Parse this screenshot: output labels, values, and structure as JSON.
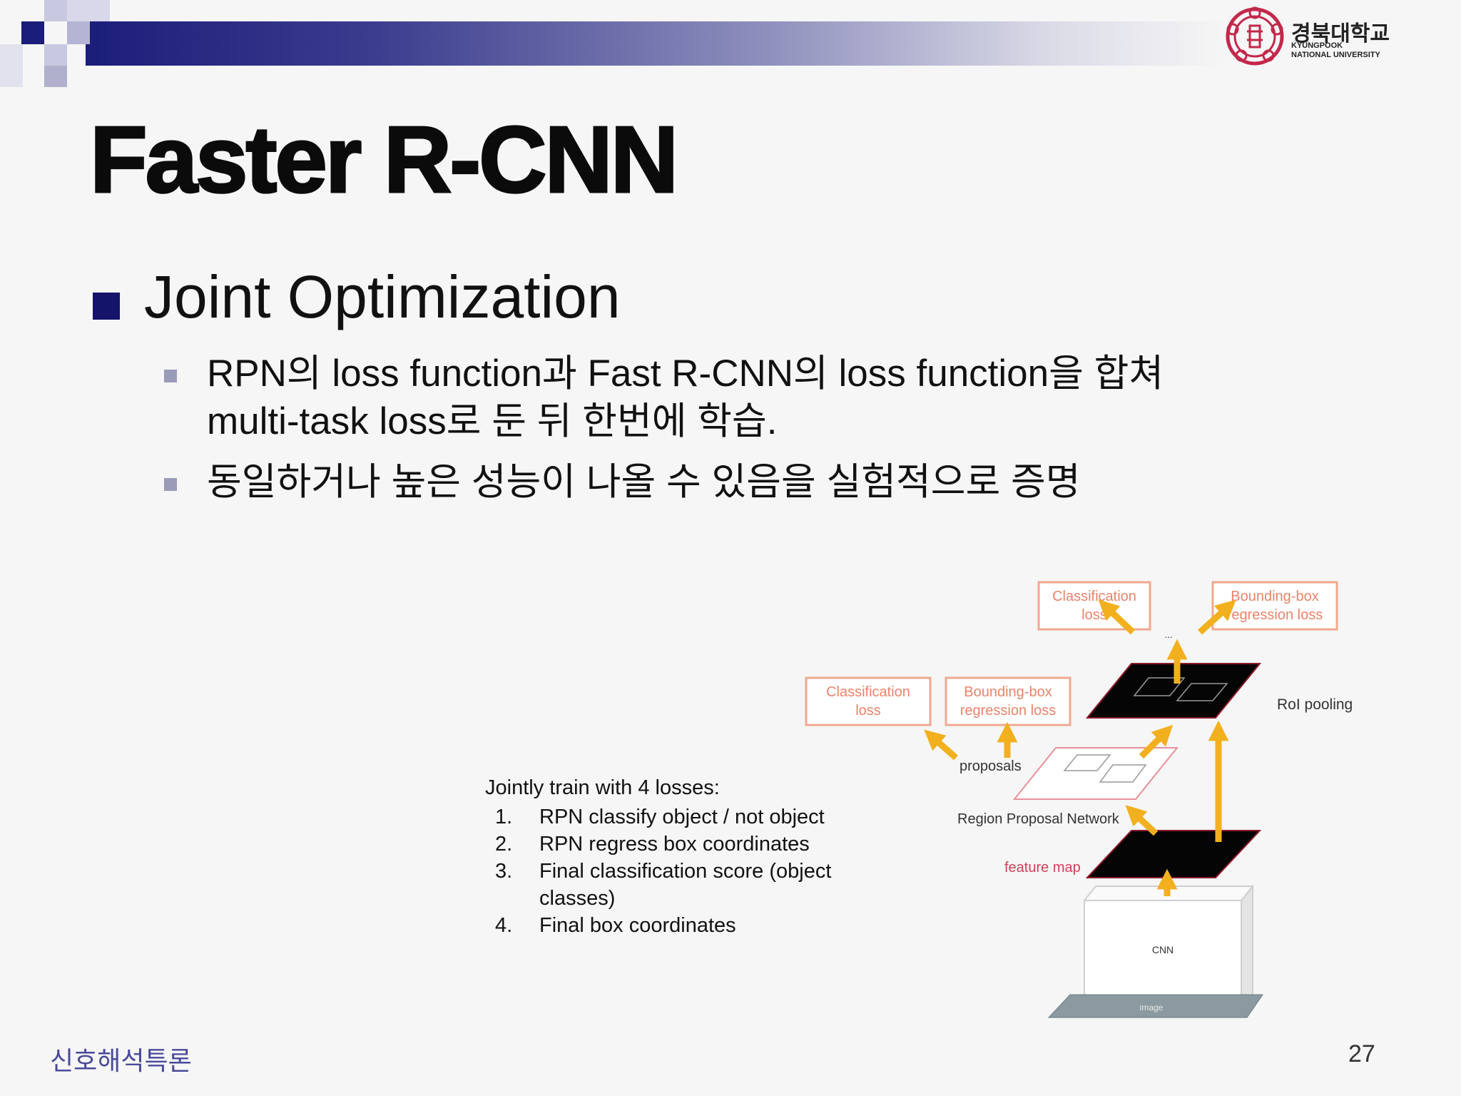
{
  "title": "Faster R-CNN",
  "logo": {
    "name": "경북대학교",
    "sub1": "KYUNGPOOK",
    "sub2": "NATIONAL UNIVERSITY"
  },
  "heading": "Joint Optimization",
  "bullets": [
    {
      "line1": "RPN의 loss function과 Fast R-CNN의 loss function을 합쳐",
      "line2": "multi-task loss로 둔 뒤 한번에 학습."
    },
    {
      "line1": "동일하거나 높은 성능이 나올 수 있음을 실험적으로 증명"
    }
  ],
  "figure": {
    "losses_heading": "Jointly train with 4 losses:",
    "losses": [
      {
        "num": "1.",
        "text": "RPN classify object / not object"
      },
      {
        "num": "2.",
        "text": "RPN regress box coordinates"
      },
      {
        "num": "3.",
        "text": "Final classification score (object classes)"
      },
      {
        "num": "4.",
        "text": "Final box coordinates"
      }
    ],
    "labels": {
      "cls_loss_top_1": "Classification",
      "cls_loss_top_2": "loss",
      "bbox_loss_top_1": "Bounding-box",
      "bbox_loss_top_2": "regression loss",
      "cls_loss_mid_1": "Classification",
      "cls_loss_mid_2": "loss",
      "bbox_loss_mid_1": "Bounding-box",
      "bbox_loss_mid_2": "regression loss",
      "roi_pooling": "RoI pooling",
      "proposals": "proposals",
      "rpn": "Region Proposal Network",
      "feature_map": "feature map",
      "cnn": "CNN",
      "image": "image",
      "ellipsis": "..."
    },
    "colors": {
      "arrow": "#f2b01e",
      "box_border": "#f0a890",
      "box_text": "#e8846a"
    }
  },
  "footer": {
    "left": "신호해석특론",
    "page": "27"
  }
}
